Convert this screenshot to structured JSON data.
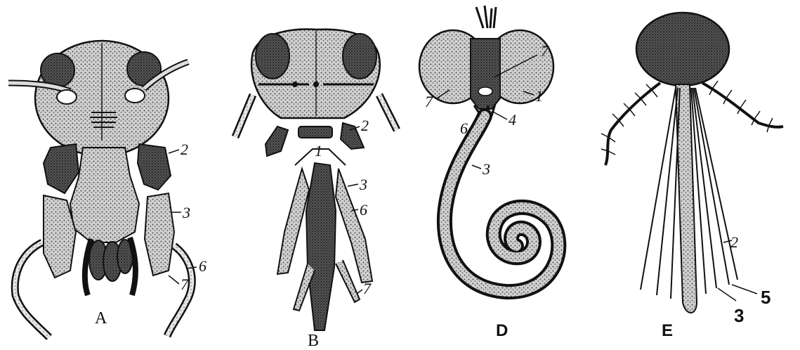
{
  "panels": [
    {
      "letter": "A",
      "labels": [
        "2",
        "3",
        "6",
        "7"
      ]
    },
    {
      "letter": "B",
      "labels": [
        "1",
        "2",
        "3",
        "6",
        "7"
      ]
    },
    {
      "letter": "D",
      "labels": [
        "7",
        "1",
        "7",
        "6",
        "4",
        "3"
      ]
    },
    {
      "letter": "E",
      "labels": [
        "2",
        "3",
        "5"
      ]
    }
  ],
  "colors": {
    "ink": "#111111",
    "stipple": "#4a4a4a",
    "paper": "#ffffff"
  }
}
